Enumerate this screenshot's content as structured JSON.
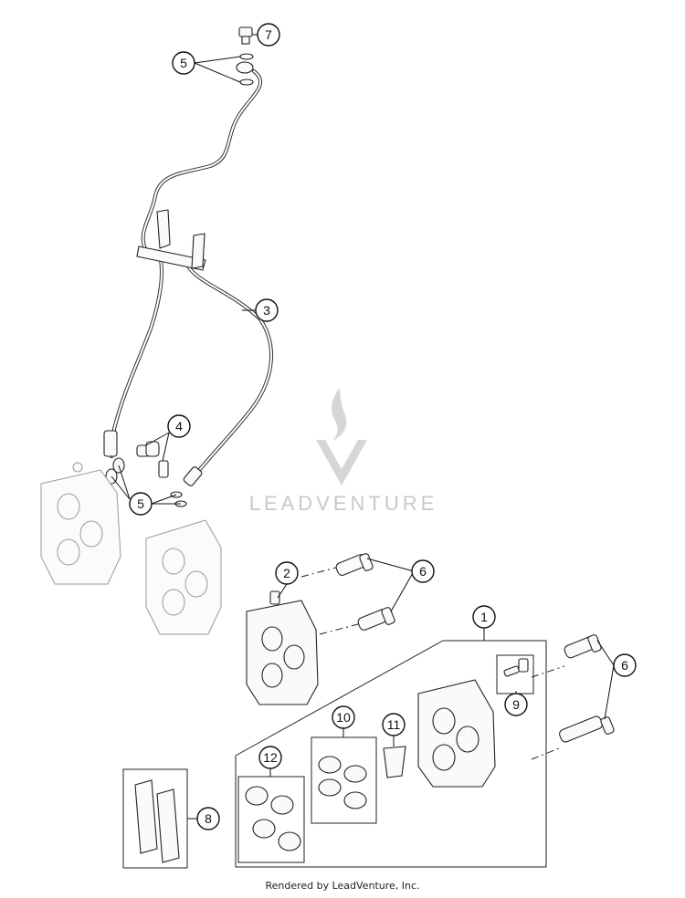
{
  "callouts": {
    "c1": "1",
    "c2": "2",
    "c3": "3",
    "c4": "4",
    "c5a": "5",
    "c5b": "5",
    "c6a": "6",
    "c6b": "6",
    "c7": "7",
    "c8": "8",
    "c9": "9",
    "c10": "10",
    "c11": "11",
    "c12": "12"
  },
  "watermark": "LEADVENTURE",
  "footer": "Rendered by LeadVenture, Inc."
}
